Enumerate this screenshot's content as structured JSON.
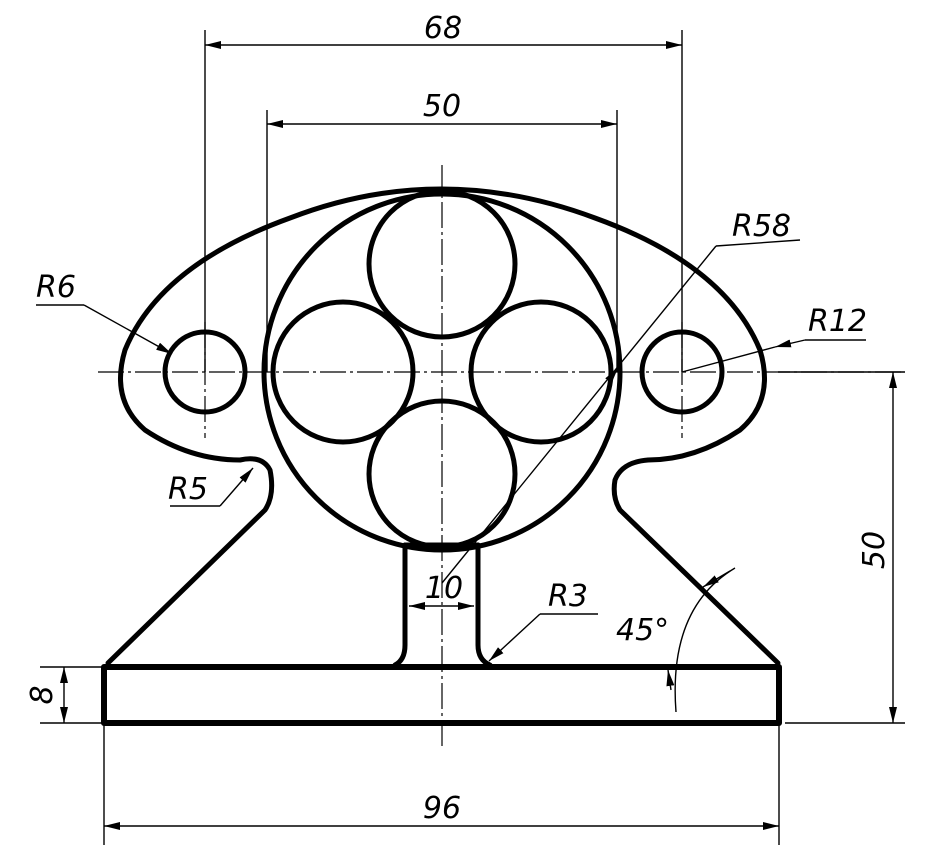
{
  "dimensions": {
    "width_68": "68",
    "width_50": "50",
    "radius_58": "R58",
    "radius_6": "R6",
    "radius_12": "R12",
    "radius_5": "R5",
    "radius_3": "R3",
    "neck_10": "10",
    "angle_45": "45°",
    "height_50": "50",
    "base_8": "8",
    "width_96": "96"
  },
  "colors": {
    "line": "#000000",
    "background": "#ffffff"
  }
}
